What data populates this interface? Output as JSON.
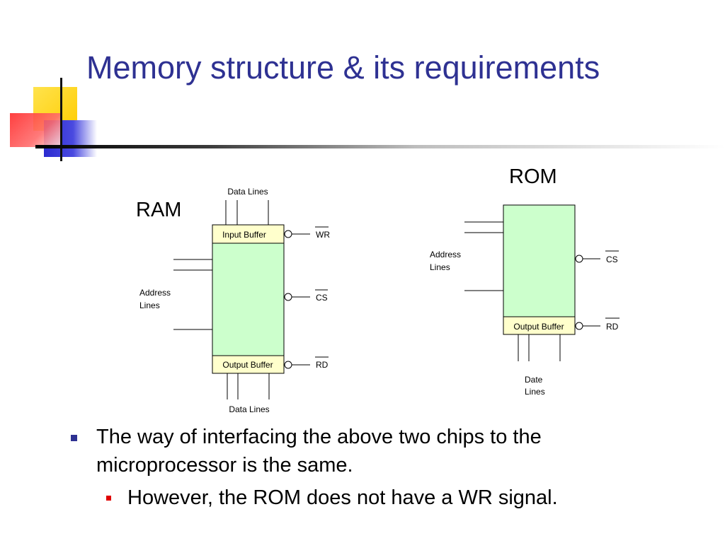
{
  "slide": {
    "title": "Memory structure & its requirements",
    "bullets": [
      {
        "level": 1,
        "text": "The way of interfacing the above two chips to the microprocessor is the same."
      },
      {
        "level": 2,
        "text": "However, the ROM does not have a WR signal."
      }
    ]
  },
  "ram": {
    "label": "RAM",
    "data_lines_top": "Data Lines",
    "data_lines_bottom": "Data Lines",
    "input_buffer": "Input Buffer",
    "output_buffer": "Output Buffer",
    "address_lines": [
      "Address",
      "Lines"
    ],
    "signals": {
      "wr": "WR",
      "cs": "CS",
      "rd": "RD"
    }
  },
  "rom": {
    "label": "ROM",
    "output_buffer": "Output Buffer",
    "address_lines": [
      "Address",
      "Lines"
    ],
    "date_lines": [
      "Date",
      "Lines"
    ],
    "signals": {
      "cs": "CS",
      "rd": "RD"
    }
  },
  "colors": {
    "title": "#2e3192",
    "memory_body": "#ccffcc",
    "buffer": "#ffffcc",
    "bullet_l1": "#2e3192",
    "bullet_l2": "#e00000",
    "deco_yellow": "#ffd700",
    "deco_blue": "#3333cc",
    "deco_red": "#ff3b3b"
  }
}
